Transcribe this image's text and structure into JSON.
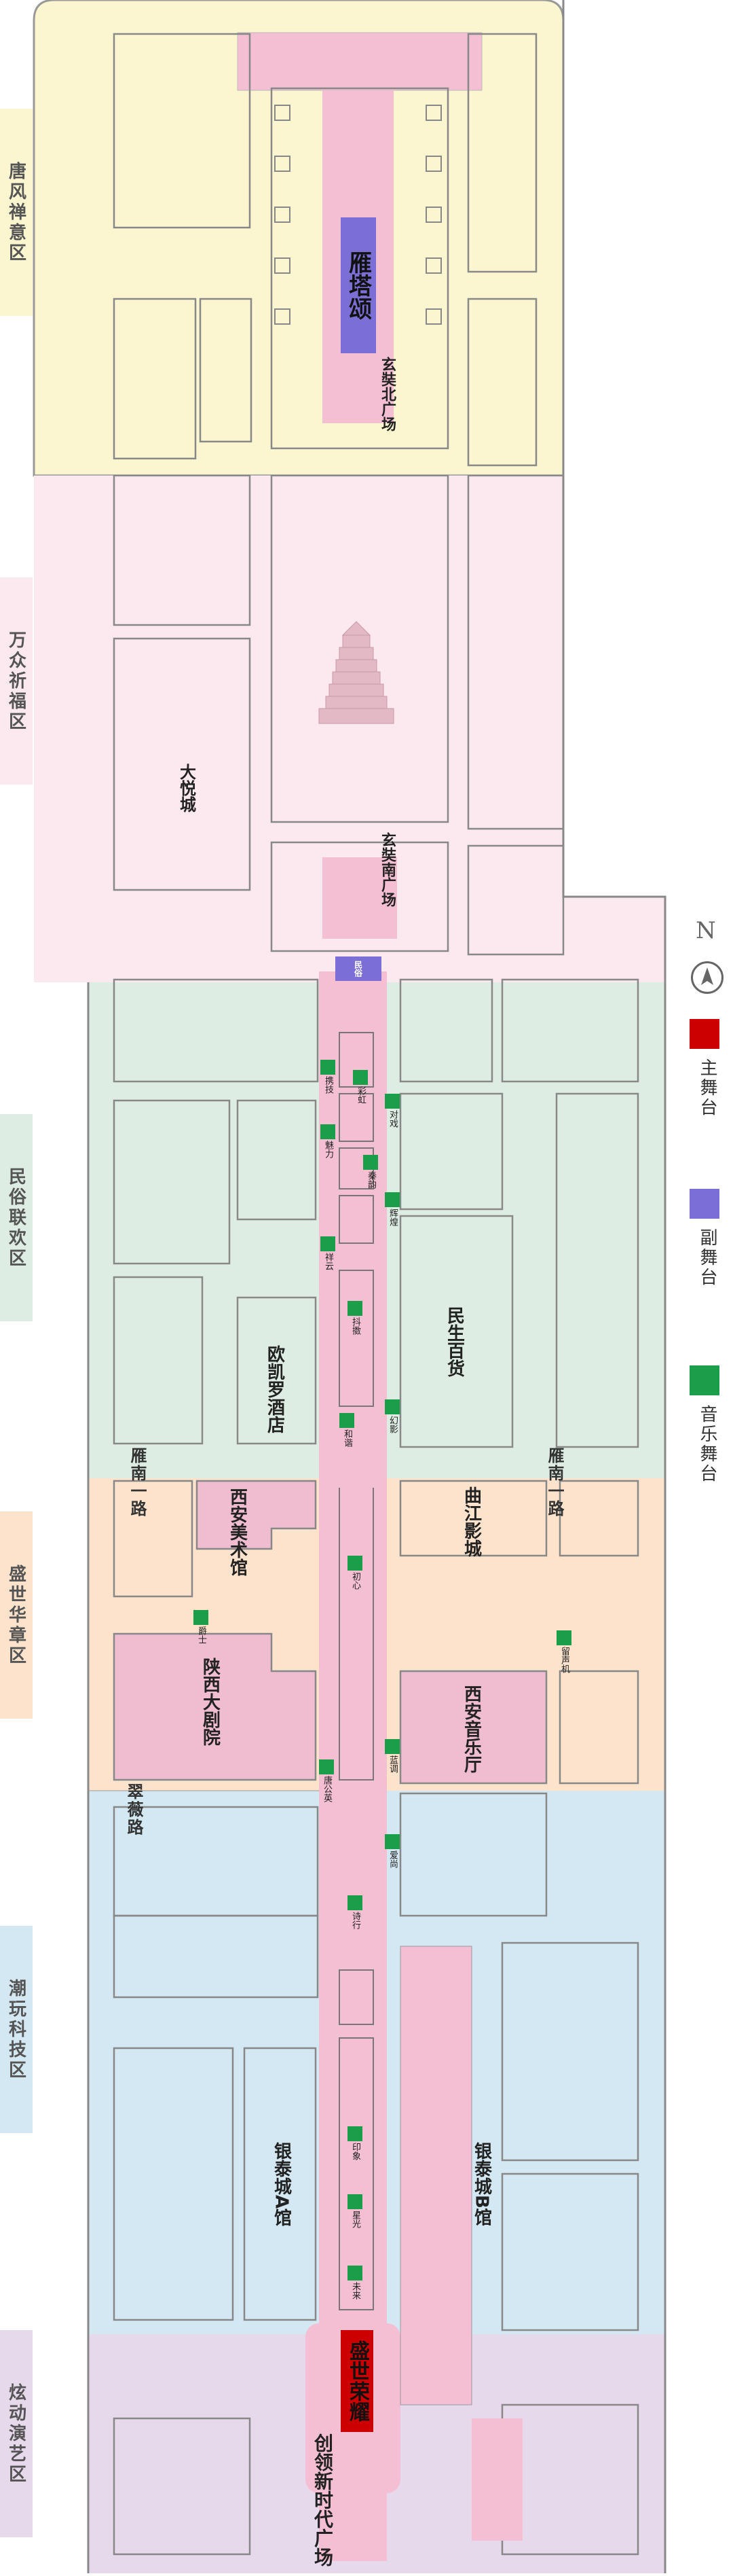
{
  "zones": [
    {
      "label": "唐风禅意区",
      "color": "#fbf6cf"
    },
    {
      "label": "万众祈福区",
      "color": "#fce8ef"
    },
    {
      "label": "民俗联欢区",
      "color": "#deede3"
    },
    {
      "label": "盛世华章区",
      "color": "#fde3cc"
    },
    {
      "label": "潮玩科技区",
      "color": "#d3e8f3"
    },
    {
      "label": "炫动演艺区",
      "color": "#e6d9eb"
    }
  ],
  "places": {
    "yanta_song": "雁塔颂",
    "xuanzang_north_square": "玄奘北广场",
    "dayue_city": "大悦城",
    "xuanzang_south_square": "玄奘南广场",
    "minsheng_department_store": "民生百货",
    "okaro_hotel": "欧凯罗酒店",
    "xian_art_museum": "西安美术馆",
    "qujiang_cinema": "曲江影城",
    "shaanxi_grand_theatre": "陕西大剧院",
    "xian_concert_hall": "西安音乐厅",
    "yintai_city_a": "银泰城A馆",
    "yintai_city_b": "银泰城B馆",
    "main_stage_name": "盛世荣耀",
    "chuangling_times_square": "创领新时代广场",
    "minsu_stage": "民俗"
  },
  "streets": {
    "yannan_road_1_west": "雁南一路",
    "yannan_road_1_east": "雁南一路",
    "cuiwei_road": "翠薇路"
  },
  "music_stage_labels": [
    "携技",
    "彩虹",
    "对戏",
    "魅力",
    "秦韵",
    "辉煌",
    "祥云",
    "抖擞",
    "幻影",
    "和谐",
    "初心",
    "爵士",
    "留声机",
    "唐公英",
    "蓝调",
    "爱尚",
    "诗行",
    "印象",
    "星光",
    "未来"
  ],
  "legend": [
    {
      "label": "主舞台",
      "color": "#cc0000"
    },
    {
      "label": "副舞台",
      "color": "#7b6fd6"
    },
    {
      "label": "音乐舞台",
      "color": "#1a9e4a"
    }
  ],
  "north_indicator": "N",
  "colors": {
    "block_outline": "#888888",
    "pedestrian_street": "#f4bfd3",
    "main_stage": "#cc0000",
    "sub_stage": "#7b6fd6",
    "music_stage": "#1a9e4a"
  }
}
